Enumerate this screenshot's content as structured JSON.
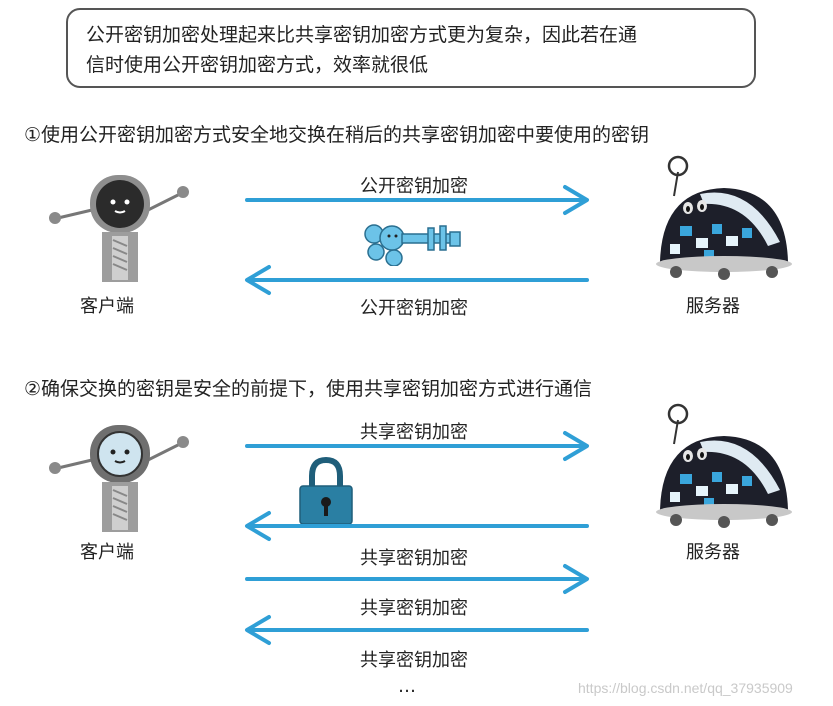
{
  "note": {
    "line1": "公开密钥加密处理起来比共享密钥加密方式更为复杂，因此若在通",
    "line2": "信时使用公开密钥加密方式，效率就很低"
  },
  "step1": {
    "title": "①使用公开密钥加密方式安全地交换在稍后的共享密钥加密中要使用的密钥",
    "client_label": "客户端",
    "server_label": "服务器",
    "arrow_top_label": "公开密钥加密",
    "arrow_bottom_label": "公开密钥加密",
    "item_icon": "key-icon"
  },
  "step2": {
    "title": "②确保交换的密钥是安全的前提下，使用共享密钥加密方式进行通信",
    "client_label": "客户端",
    "server_label": "服务器",
    "arrow_labels": [
      "共享密钥加密",
      "共享密钥加密",
      "共享密钥加密",
      "共享密钥加密"
    ],
    "ellipsis": "…",
    "item_icon": "padlock-icon"
  },
  "watermark": "https://blog.csdn.net/qq_37935909",
  "colors": {
    "arrow": "#2f9fd6",
    "robot_body": "#9a9a9a",
    "robot_dark": "#2b2b2b",
    "server_dark": "#1d1f2a",
    "server_glass": "#dfeaf2",
    "server_accent": "#3aa6dc",
    "key": "#6cc3e8",
    "lock": "#2a7fa3"
  }
}
